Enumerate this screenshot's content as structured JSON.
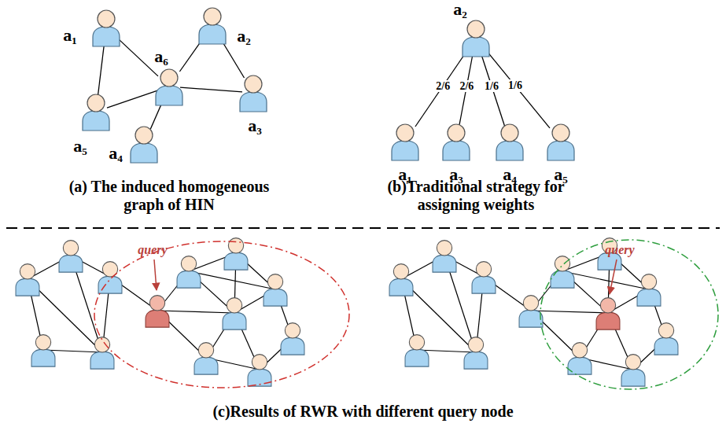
{
  "diagram": {
    "nodes": [
      {
        "text": [
          "a₁"
        ]
      },
      {
        "text": [
          "a₂"
        ]
      },
      {
        "text": [
          "a₃"
        ]
      },
      {
        "text": [
          "a₄"
        ]
      },
      {
        "text": [
          "a₅"
        ]
      },
      {
        "text": [
          "a₆"
        ]
      },
      {
        "text": [
          "a₂"
        ]
      },
      {
        "text": [
          "a₁"
        ]
      },
      {
        "text": [
          "a₃"
        ]
      },
      {
        "text": [
          "a₄"
        ]
      },
      {
        "text": [
          "a₅"
        ]
      }
    ],
    "edges": [
      {
        "from": 0,
        "to": 5,
        "arrow": "none"
      },
      {
        "from": 0,
        "to": 4,
        "arrow": "none"
      },
      {
        "from": 4,
        "to": 5,
        "arrow": "none"
      },
      {
        "from": 5,
        "to": 3,
        "arrow": "none"
      },
      {
        "from": 5,
        "to": 1,
        "arrow": "none"
      },
      {
        "from": 1,
        "to": 2,
        "arrow": "none"
      },
      {
        "from": 5,
        "to": 2,
        "arrow": "none"
      },
      {
        "from": 6,
        "to": 7,
        "label": "2/6",
        "arrow": "none"
      },
      {
        "from": 6,
        "to": 8,
        "label": "2/6",
        "arrow": "none"
      },
      {
        "from": 6,
        "to": 9,
        "label": "1/6",
        "arrow": "none"
      },
      {
        "from": 6,
        "to": 10,
        "label": "1/6",
        "arrow": "none"
      }
    ],
    "labels": [
      "(a) The induced homogeneous graph of HIN",
      "(b)Traditional strategy for assigning weights",
      "query",
      "query",
      "(c)Results of RWR with different query node"
    ]
  }
}
